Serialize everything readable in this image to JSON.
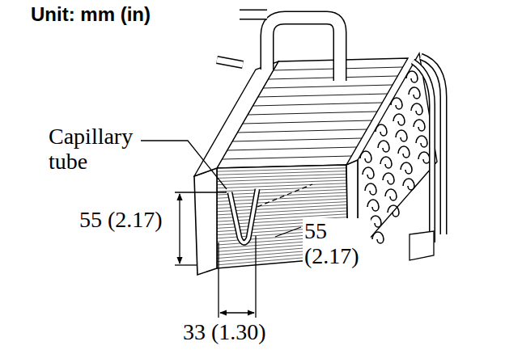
{
  "diagram": {
    "labels": [
      "Unit: mm (in)",
      "Capillary tube",
      "55 (2.17)",
      "55 (2.17)",
      "33 (1.30)"
    ]
  }
}
